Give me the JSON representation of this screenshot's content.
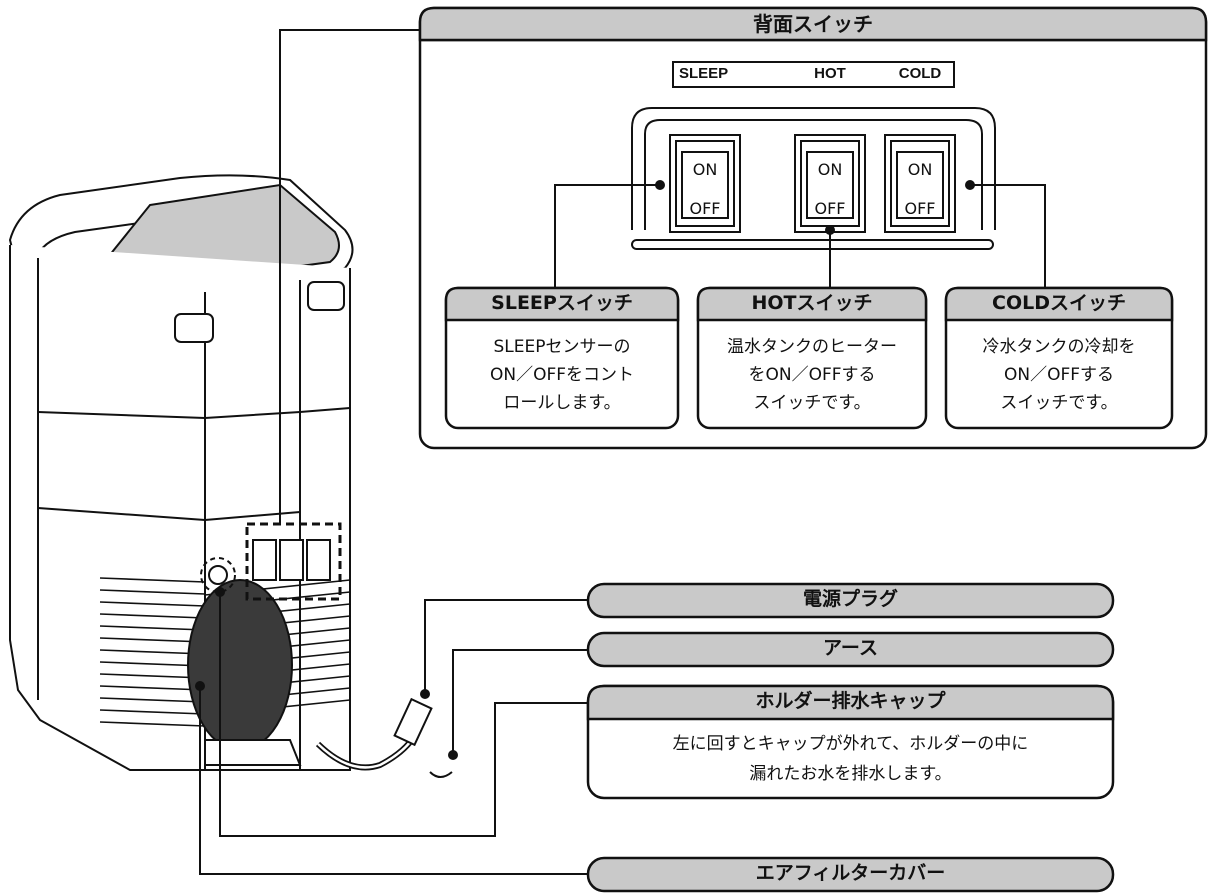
{
  "rear_panel": {
    "title": "背面スイッチ",
    "indicator_labels": [
      "SLEEP",
      "HOT",
      "COLD"
    ],
    "switches": [
      {
        "on": "ON",
        "off": "OFF"
      },
      {
        "on": "ON",
        "off": "OFF"
      },
      {
        "on": "ON",
        "off": "OFF"
      }
    ],
    "callouts": [
      {
        "title": "SLEEPスイッチ",
        "lines": [
          "SLEEPセンサーの",
          "ON／OFFをコント",
          "ロールします。"
        ]
      },
      {
        "title": "HOTスイッチ",
        "lines": [
          "温水タンクのヒーター",
          "をON／OFFする",
          "スイッチです。"
        ]
      },
      {
        "title": "COLDスイッチ",
        "lines": [
          "冷水タンクの冷却を",
          "ON／OFFする",
          "スイッチです。"
        ]
      }
    ]
  },
  "labels": {
    "power_plug": "電源プラグ",
    "earth": "アース",
    "holder_cap_title": "ホルダー排水キャップ",
    "holder_cap_desc": [
      "左に回すとキャップが外れて、ホルダーの中に",
      "漏れたお水を排水します。"
    ],
    "air_filter": "エアフィルターカバー"
  }
}
